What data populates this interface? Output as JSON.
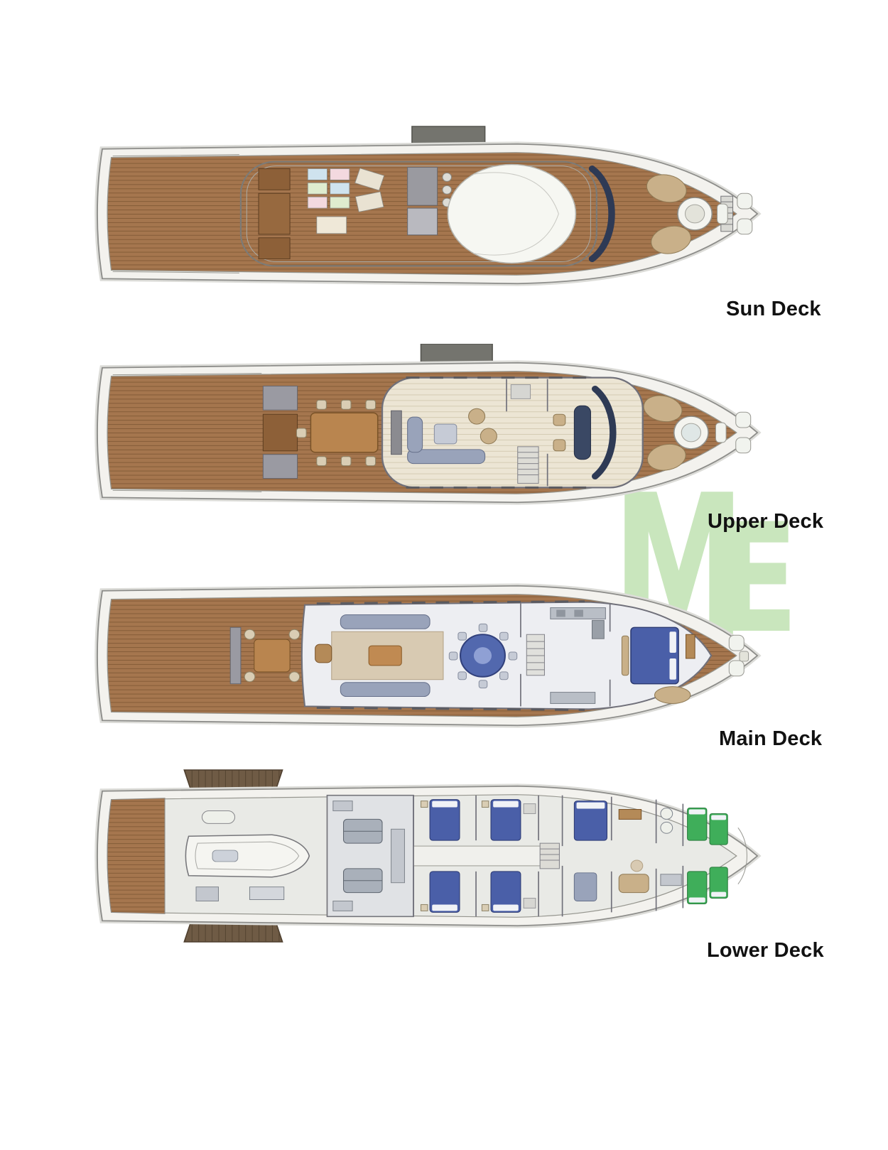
{
  "decks": [
    {
      "id": "sun-deck",
      "label": "Sun Deck"
    },
    {
      "id": "upper-deck",
      "label": "Upper Deck"
    },
    {
      "id": "main-deck",
      "label": "Main Deck"
    },
    {
      "id": "lower-deck",
      "label": "Lower Deck"
    }
  ],
  "watermark": {
    "letter_m": "M",
    "letter_e": "E",
    "color": "#c9e6bd"
  },
  "colors": {
    "background": "#ffffff",
    "label_text": "#111111",
    "teak_deck": "#a5764e",
    "teak_seam": "#7c5532",
    "terrace_wood": "#6f5b45",
    "hull_line": "#8d8d8a",
    "interior_floor": "#edeef2",
    "upholstery_blue": "#99a3ba",
    "bed_blue": "#4a5fa8",
    "crew_bed_green": "#3fae5a",
    "tan_leather": "#c9b089",
    "navy_windscreen": "#2e3a55",
    "watermark_green": "#c9e6bd"
  }
}
